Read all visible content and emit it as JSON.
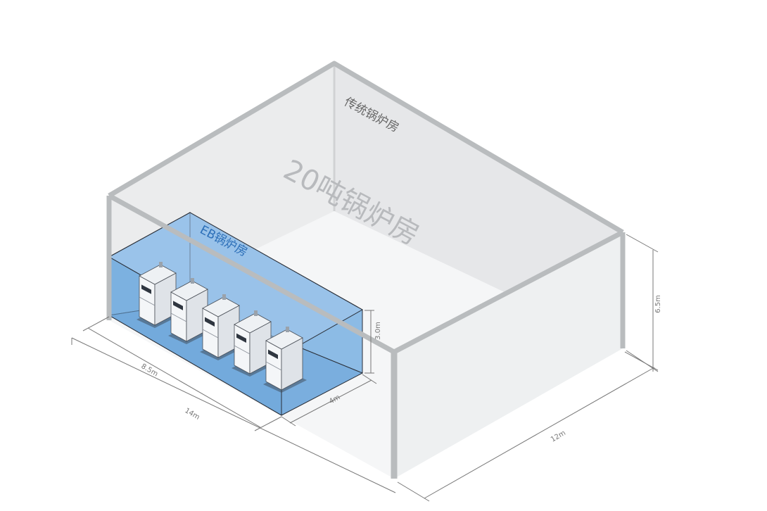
{
  "labels": {
    "traditional_room": "传统锅炉房",
    "room_capacity": "20吨锅炉房",
    "eb_room": "EB锅炉房"
  },
  "dimensions": {
    "outer_height": "6.5m",
    "outer_length": "12m",
    "eb_height": "3.0m",
    "eb_depth": "4m",
    "eb_length_inner": "8.5m",
    "eb_length_outer": "14m"
  },
  "colors": {
    "eb_fill": "#7fb2e0",
    "eb_edge": "#2a2f38",
    "wall": "#c8cacc",
    "floor": "#f1f2f3"
  },
  "boilers": {
    "count": 5
  }
}
